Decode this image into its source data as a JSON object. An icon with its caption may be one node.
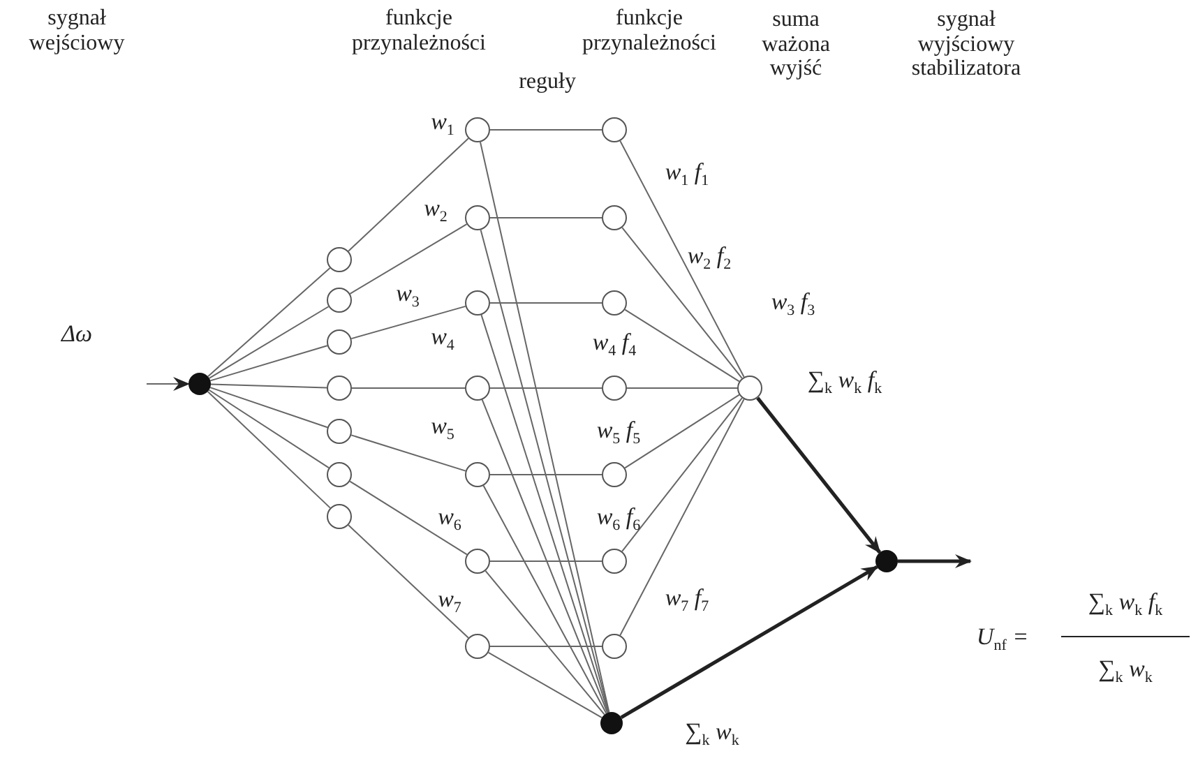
{
  "diagram": {
    "nodes": [
      {
        "text": [],
        "shape": "circle"
      },
      {
        "text": [],
        "shape": "circle"
      },
      {
        "text": [],
        "shape": "circle"
      },
      {
        "text": [],
        "shape": "circle"
      },
      {
        "text": [],
        "shape": "circle"
      },
      {
        "text": [],
        "shape": "circle"
      },
      {
        "text": [],
        "shape": "circle"
      },
      {
        "text": [],
        "shape": "circle"
      },
      {
        "text": [],
        "shape": "circle",
        "beside": [
          "w$_{1}$"
        ]
      },
      {
        "text": [],
        "shape": "circle",
        "beside": [
          "w$_{2}$"
        ]
      },
      {
        "text": [],
        "shape": "circle",
        "beside": [
          "w$_{3}$"
        ]
      },
      {
        "text": [],
        "shape": "circle",
        "beside": [
          "w$_{4}$"
        ]
      },
      {
        "text": [],
        "shape": "circle",
        "beside": [
          "w$_{5}$"
        ]
      },
      {
        "text": [],
        "shape": "circle",
        "beside": [
          "w$_{6}$"
        ]
      },
      {
        "text": [],
        "shape": "circle",
        "beside": [
          "w$_{7}$"
        ]
      },
      {
        "text": [],
        "shape": "circle",
        "beside": [
          "w$_{1}$ f$_{1}$"
        ]
      },
      {
        "text": [],
        "shape": "circle",
        "beside": [
          "w$_{2}$ f$_{2}$"
        ]
      },
      {
        "text": [],
        "shape": "circle"
      },
      {
        "text": [],
        "shape": "circle",
        "beside": [
          "w$_{4}$ f$_{4}$"
        ]
      },
      {
        "text": [],
        "shape": "circle",
        "beside": [
          "w$_{5}$ f$_{5}$"
        ]
      },
      {
        "text": [],
        "shape": "circle",
        "beside": [
          "w$_{6}$ f$_{6}$"
        ]
      },
      {
        "text": [],
        "shape": "circle",
        "beside": [
          "w$_{7}$ f$_{7}$"
        ]
      },
      {
        "text": [],
        "shape": "circle",
        "beside": [
          "∑$_{k}$ w$_{k}$ f$_{k}$"
        ]
      },
      {
        "text": [],
        "shape": "circle",
        "beside": [
          "∑$_{k}$ w$_{k}$"
        ]
      },
      {
        "text": [],
        "shape": "circle"
      }
    ],
    "edges": [
      {
        "from": null,
        "to": 0,
        "arrow": "to"
      },
      {
        "from": 0,
        "to": 1,
        "arrow": "none"
      },
      {
        "from": 0,
        "to": 2,
        "arrow": "none"
      },
      {
        "from": 0,
        "to": 3,
        "arrow": "none"
      },
      {
        "from": 0,
        "to": 4,
        "arrow": "none"
      },
      {
        "from": 0,
        "to": 5,
        "arrow": "none"
      },
      {
        "from": 0,
        "to": 6,
        "arrow": "none"
      },
      {
        "from": 0,
        "to": 7,
        "arrow": "none"
      },
      {
        "from": 1,
        "to": 8,
        "arrow": "none"
      },
      {
        "from": 2,
        "to": 9,
        "arrow": "none"
      },
      {
        "from": 3,
        "to": 10,
        "arrow": "none"
      },
      {
        "from": 4,
        "to": 11,
        "arrow": "none"
      },
      {
        "from": 5,
        "to": 12,
        "arrow": "none"
      },
      {
        "from": 6,
        "to": 13,
        "arrow": "none"
      },
      {
        "from": 7,
        "to": 14,
        "arrow": "none"
      },
      {
        "from": 8,
        "to": 15,
        "arrow": "none"
      },
      {
        "from": 9,
        "to": 16,
        "arrow": "none"
      },
      {
        "from": 10,
        "to": 17,
        "arrow": "none"
      },
      {
        "from": 11,
        "to": 18,
        "arrow": "none"
      },
      {
        "from": 12,
        "to": 19,
        "arrow": "none"
      },
      {
        "from": 13,
        "to": 20,
        "arrow": "none"
      },
      {
        "from": 14,
        "to": 21,
        "arrow": "none"
      },
      {
        "from": 8,
        "to": 23,
        "arrow": "none"
      },
      {
        "from": 9,
        "to": 23,
        "arrow": "none"
      },
      {
        "from": 10,
        "to": 23,
        "arrow": "none"
      },
      {
        "from": 11,
        "to": 23,
        "arrow": "none"
      },
      {
        "from": 12,
        "to": 23,
        "arrow": "none"
      },
      {
        "from": 13,
        "to": 23,
        "arrow": "none"
      },
      {
        "from": 14,
        "to": 23,
        "arrow": "none"
      },
      {
        "from": 15,
        "to": 22,
        "arrow": "none"
      },
      {
        "from": 16,
        "to": 22,
        "arrow": "none"
      },
      {
        "from": 17,
        "to": 22,
        "arrow": "none"
      },
      {
        "from": 18,
        "to": 22,
        "arrow": "none"
      },
      {
        "from": 19,
        "to": 22,
        "arrow": "none"
      },
      {
        "from": 20,
        "to": 22,
        "arrow": "none"
      },
      {
        "from": 21,
        "to": 22,
        "arrow": "none"
      },
      {
        "from": 22,
        "to": 24,
        "arrow": "to",
        "style": "thick"
      },
      {
        "from": 23,
        "to": 24,
        "arrow": "to",
        "style": "thick"
      },
      {
        "from": 24,
        "to": null,
        "arrow": "to",
        "style": "thick"
      }
    ],
    "labels": [
      "Δω",
      "sygnał wejściowy",
      "funkcje przynależności",
      "funkcje przynależności",
      "suma ważona wyjść",
      "sygnał wyjściowy stabilizatora",
      "reguły",
      "w$_{3}$ f$_{3}$",
      "U$_{nf}$ =",
      "∑$_{k}$ w$_{k}$ f$_{k}$",
      "∑$_{k}$ w$_{k}$"
    ]
  }
}
